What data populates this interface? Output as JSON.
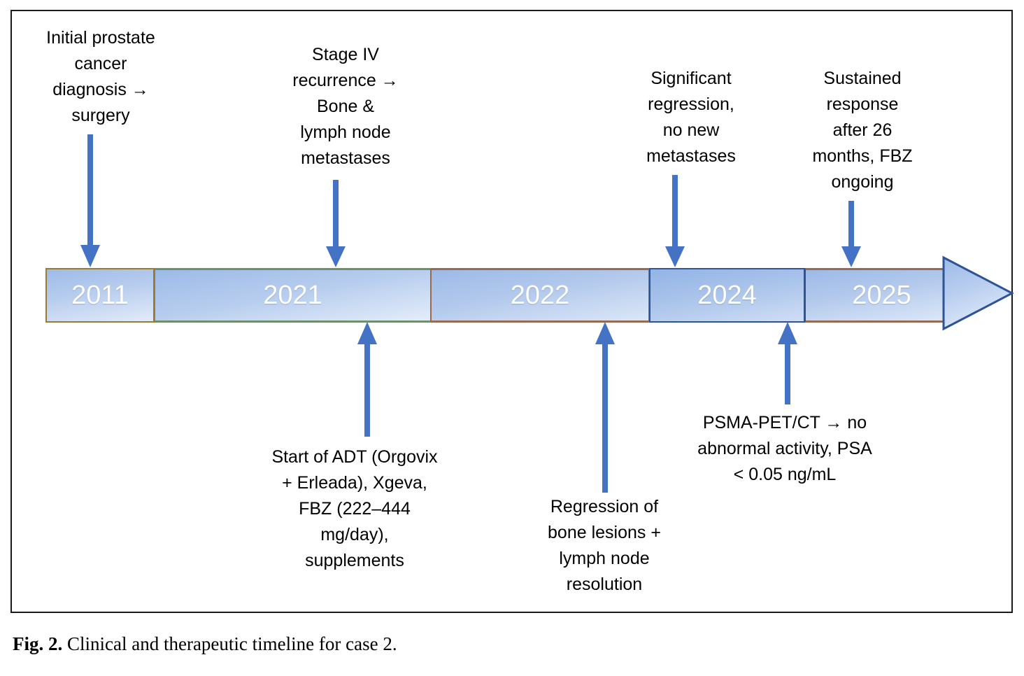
{
  "figure": {
    "caption_label": "Fig. 2.",
    "caption_text": "Clinical and therapeutic timeline for case 2."
  },
  "colors": {
    "arrow_blue": "#4472C4",
    "segment_fill_light": "#E2EBF9",
    "segment_fill_dark": "#9CBAE8",
    "border_gold": "#9A7B32",
    "border_green": "#6F8F6A",
    "border_brown": "#9A6A50",
    "border_blue": "#2F5496",
    "frame": "#1A1A1A",
    "label_text": "#000000",
    "year_text": "#FFFFFF"
  },
  "timeline": {
    "segments": [
      {
        "year": "2011"
      },
      {
        "year": "2021"
      },
      {
        "year": "2022"
      },
      {
        "year": "2024"
      },
      {
        "year": "2025"
      }
    ]
  },
  "annotations": {
    "above": [
      {
        "id": "initial-diagnosis",
        "text": "Initial prostate\ncancer\ndiagnosis →\nsurgery"
      },
      {
        "id": "stage-iv-recurrence",
        "text": "Stage IV\nrecurrence →\nBone &\nlymph node\nmetastases"
      },
      {
        "id": "significant-regression",
        "text": "Significant\nregression,\nno new\nmetastases"
      },
      {
        "id": "sustained-response",
        "text": "Sustained\nresponse\nafter 26\nmonths, FBZ\nongoing"
      }
    ],
    "below": [
      {
        "id": "start-of-adt",
        "text": "Start of ADT (Orgovix\n+ Erleada), Xgeva,\nFBZ (222–444\nmg/day),\nsupplements"
      },
      {
        "id": "regression-bone-lesions",
        "text": "Regression of\nbone lesions +\nlymph node\nresolution"
      },
      {
        "id": "psma-pet-ct",
        "text": "PSMA-PET/CT → no\nabnormal activity, PSA\n< 0.05 ng/mL"
      }
    ]
  }
}
